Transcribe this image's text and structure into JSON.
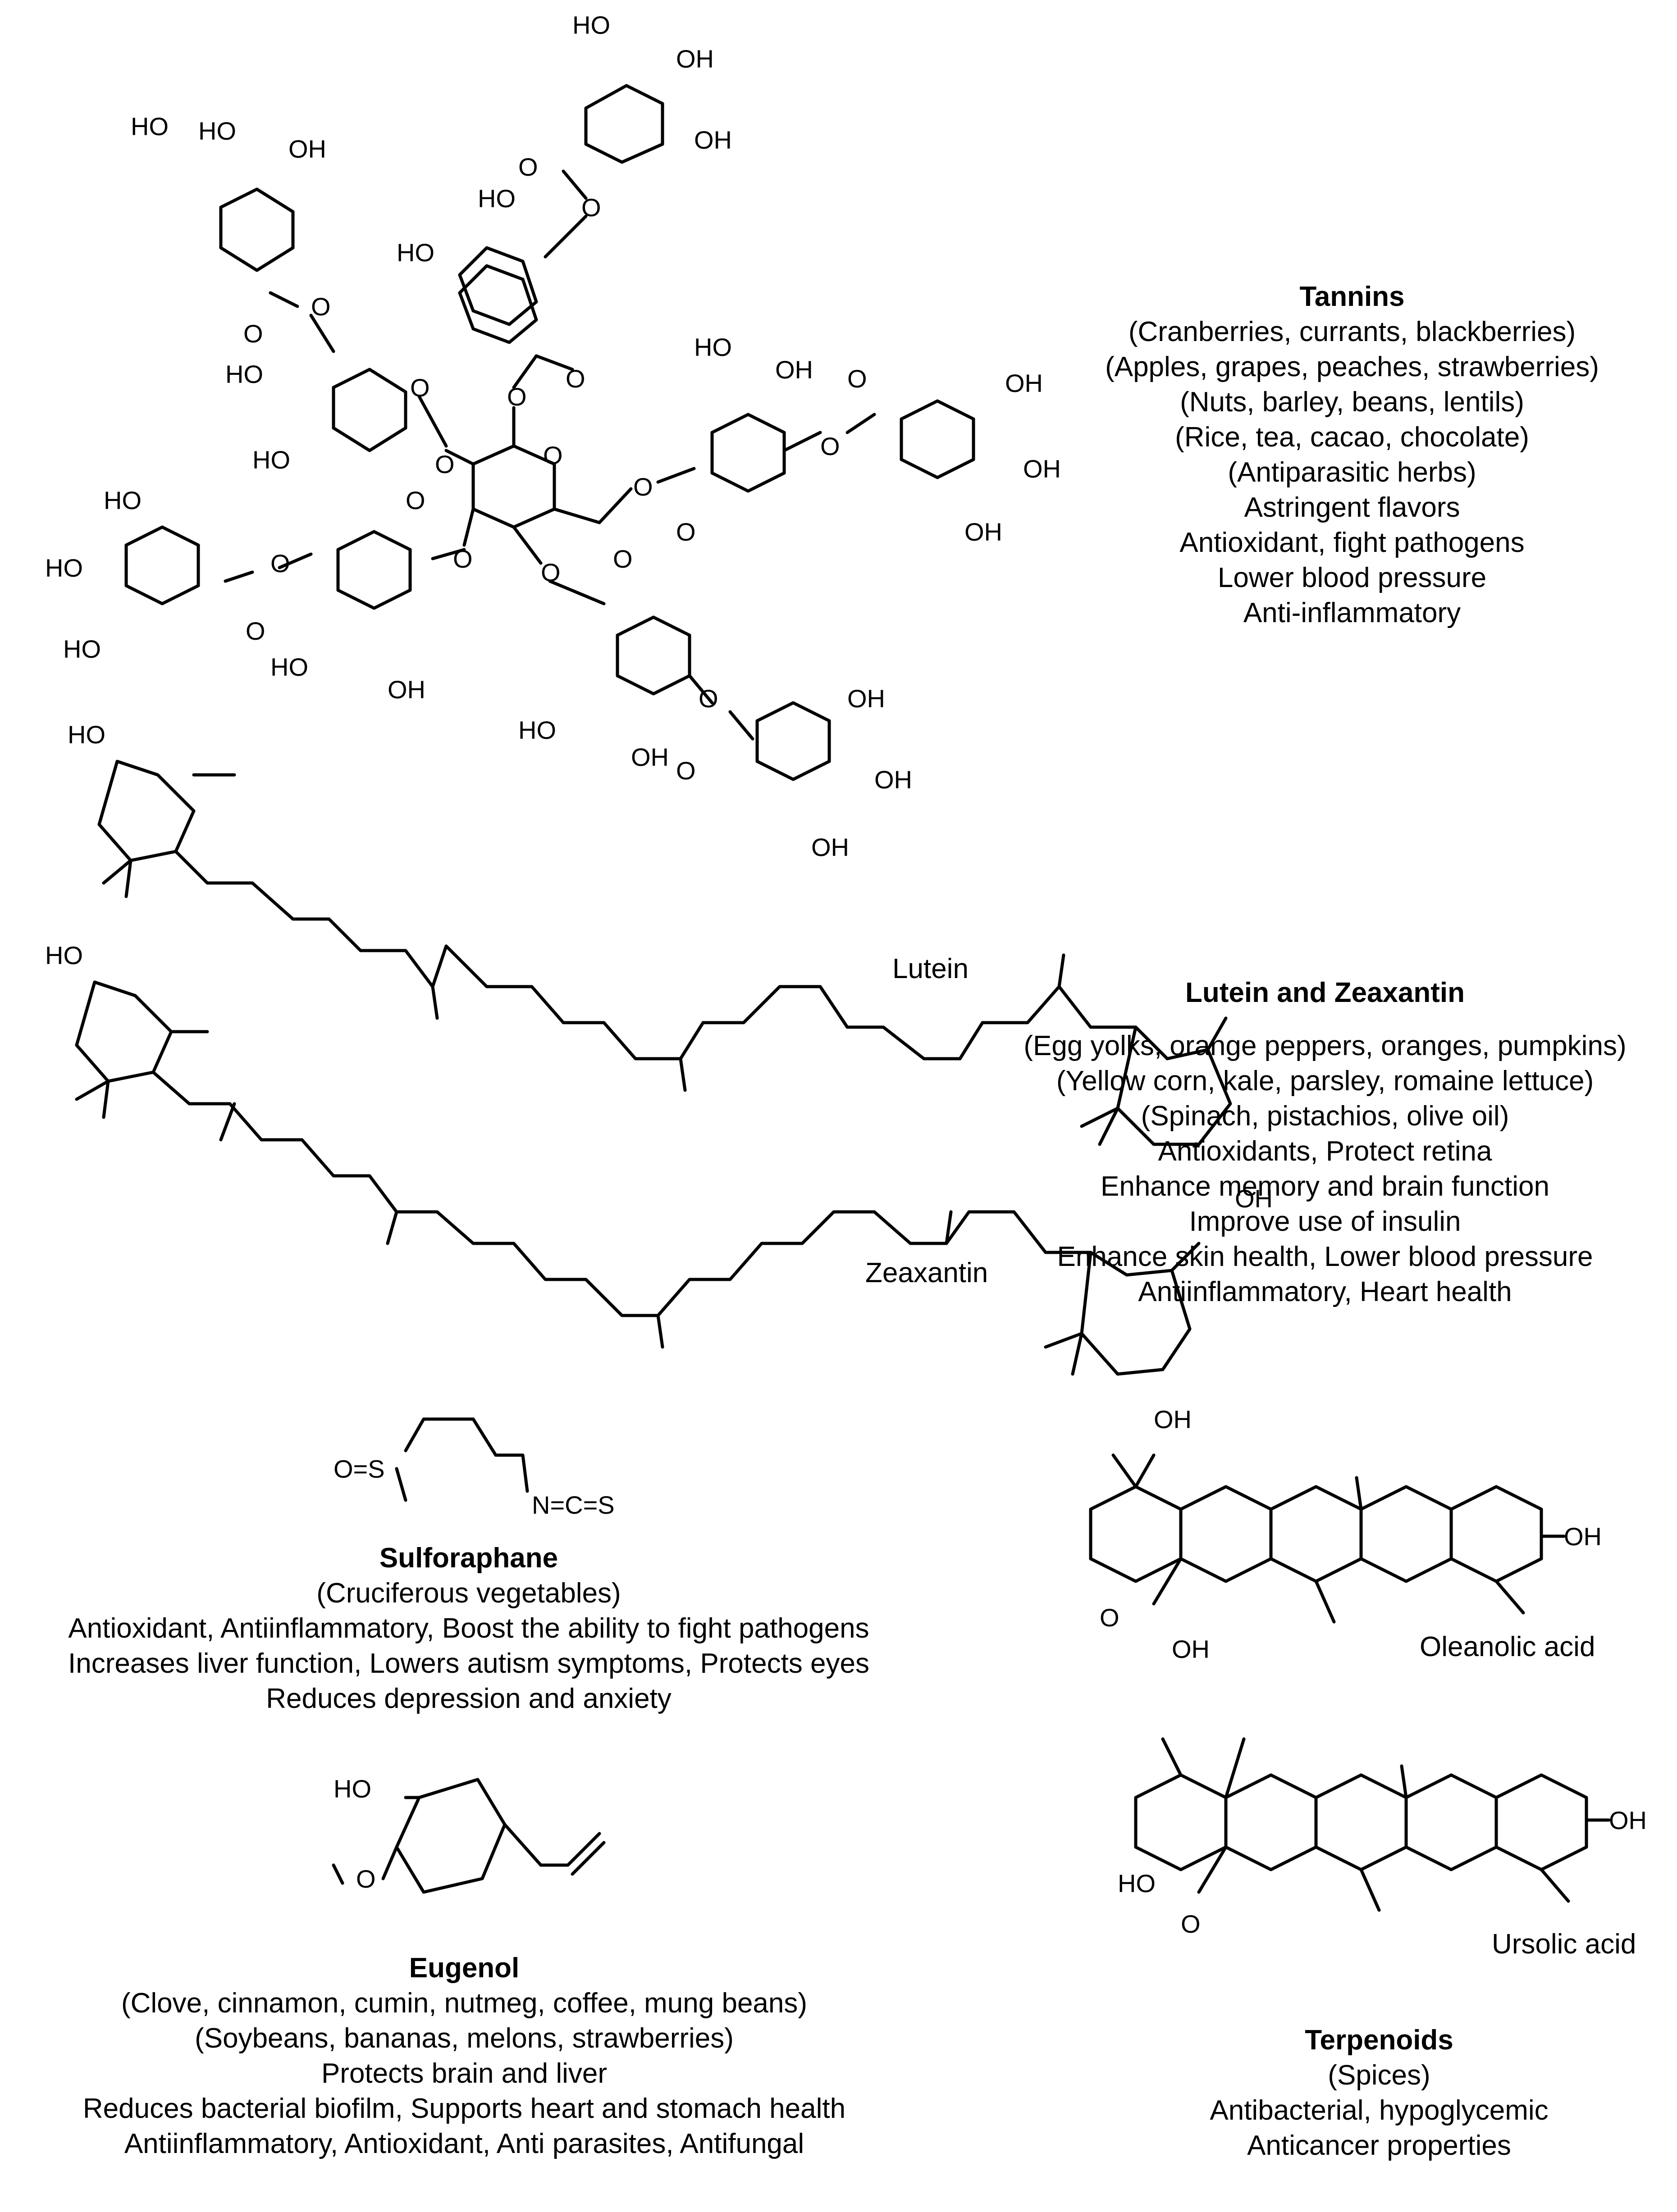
{
  "tannins": {
    "title": "Tannins",
    "lines": [
      "(Cranberries, currants, blackberries)",
      "(Apples, grapes, peaches, strawberries)",
      "(Nuts, barley, beans, lentils)",
      "(Rice, tea, cacao, chocolate)",
      "(Antiparasitic herbs)",
      "Astringent flavors",
      "Antioxidant, fight pathogens",
      "Lower blood pressure",
      "Anti-inflammatory"
    ]
  },
  "lutein_zeaxantin": {
    "title": "Lutein and Zeaxantin",
    "lines": [
      "(Egg yolks, orange peppers, oranges, pumpkins)",
      "(Yellow corn, kale, parsley, romaine lettuce)",
      "(Spinach, pistachios, olive oil)",
      "Antioxidants, Protect retina",
      "Enhance memory and brain function",
      "Improve use of insulin",
      "Enhance skin health, Lower blood pressure",
      "Antiinflammatory, Heart health"
    ],
    "lutein_label": "Lutein",
    "zeaxantin_label": "Zeaxantin"
  },
  "sulforaphane": {
    "title": "Sulforaphane",
    "lines": [
      "(Cruciferous vegetables)",
      "Antioxidant, Antiinflammatory, Boost the ability to fight pathogens",
      "Increases liver function, Lowers autism symptoms, Protects eyes",
      "Reduces depression and anxiety"
    ]
  },
  "eugenol": {
    "title": "Eugenol",
    "lines": [
      "(Clove, cinnamon, cumin, nutmeg, coffee, mung beans)",
      "(Soybeans, bananas, melons, strawberries)",
      "Protects brain and liver",
      "Reduces bacterial biofilm, Supports heart and stomach health",
      "Antiinflammatory, Antioxidant, Anti parasites, Antifungal"
    ]
  },
  "terpenoids": {
    "title": "Terpenoids",
    "lines": [
      "(Spices)",
      "Antibacterial, hypoglycemic",
      "Anticancer properties"
    ],
    "oleanolic_label": "Oleanolic acid",
    "ursolic_label": "Ursolic acid"
  },
  "atoms": {
    "HO": "HO",
    "OH": "OH",
    "O": "O",
    "eq_O": "O=S",
    "NCS": "N=C=S"
  }
}
